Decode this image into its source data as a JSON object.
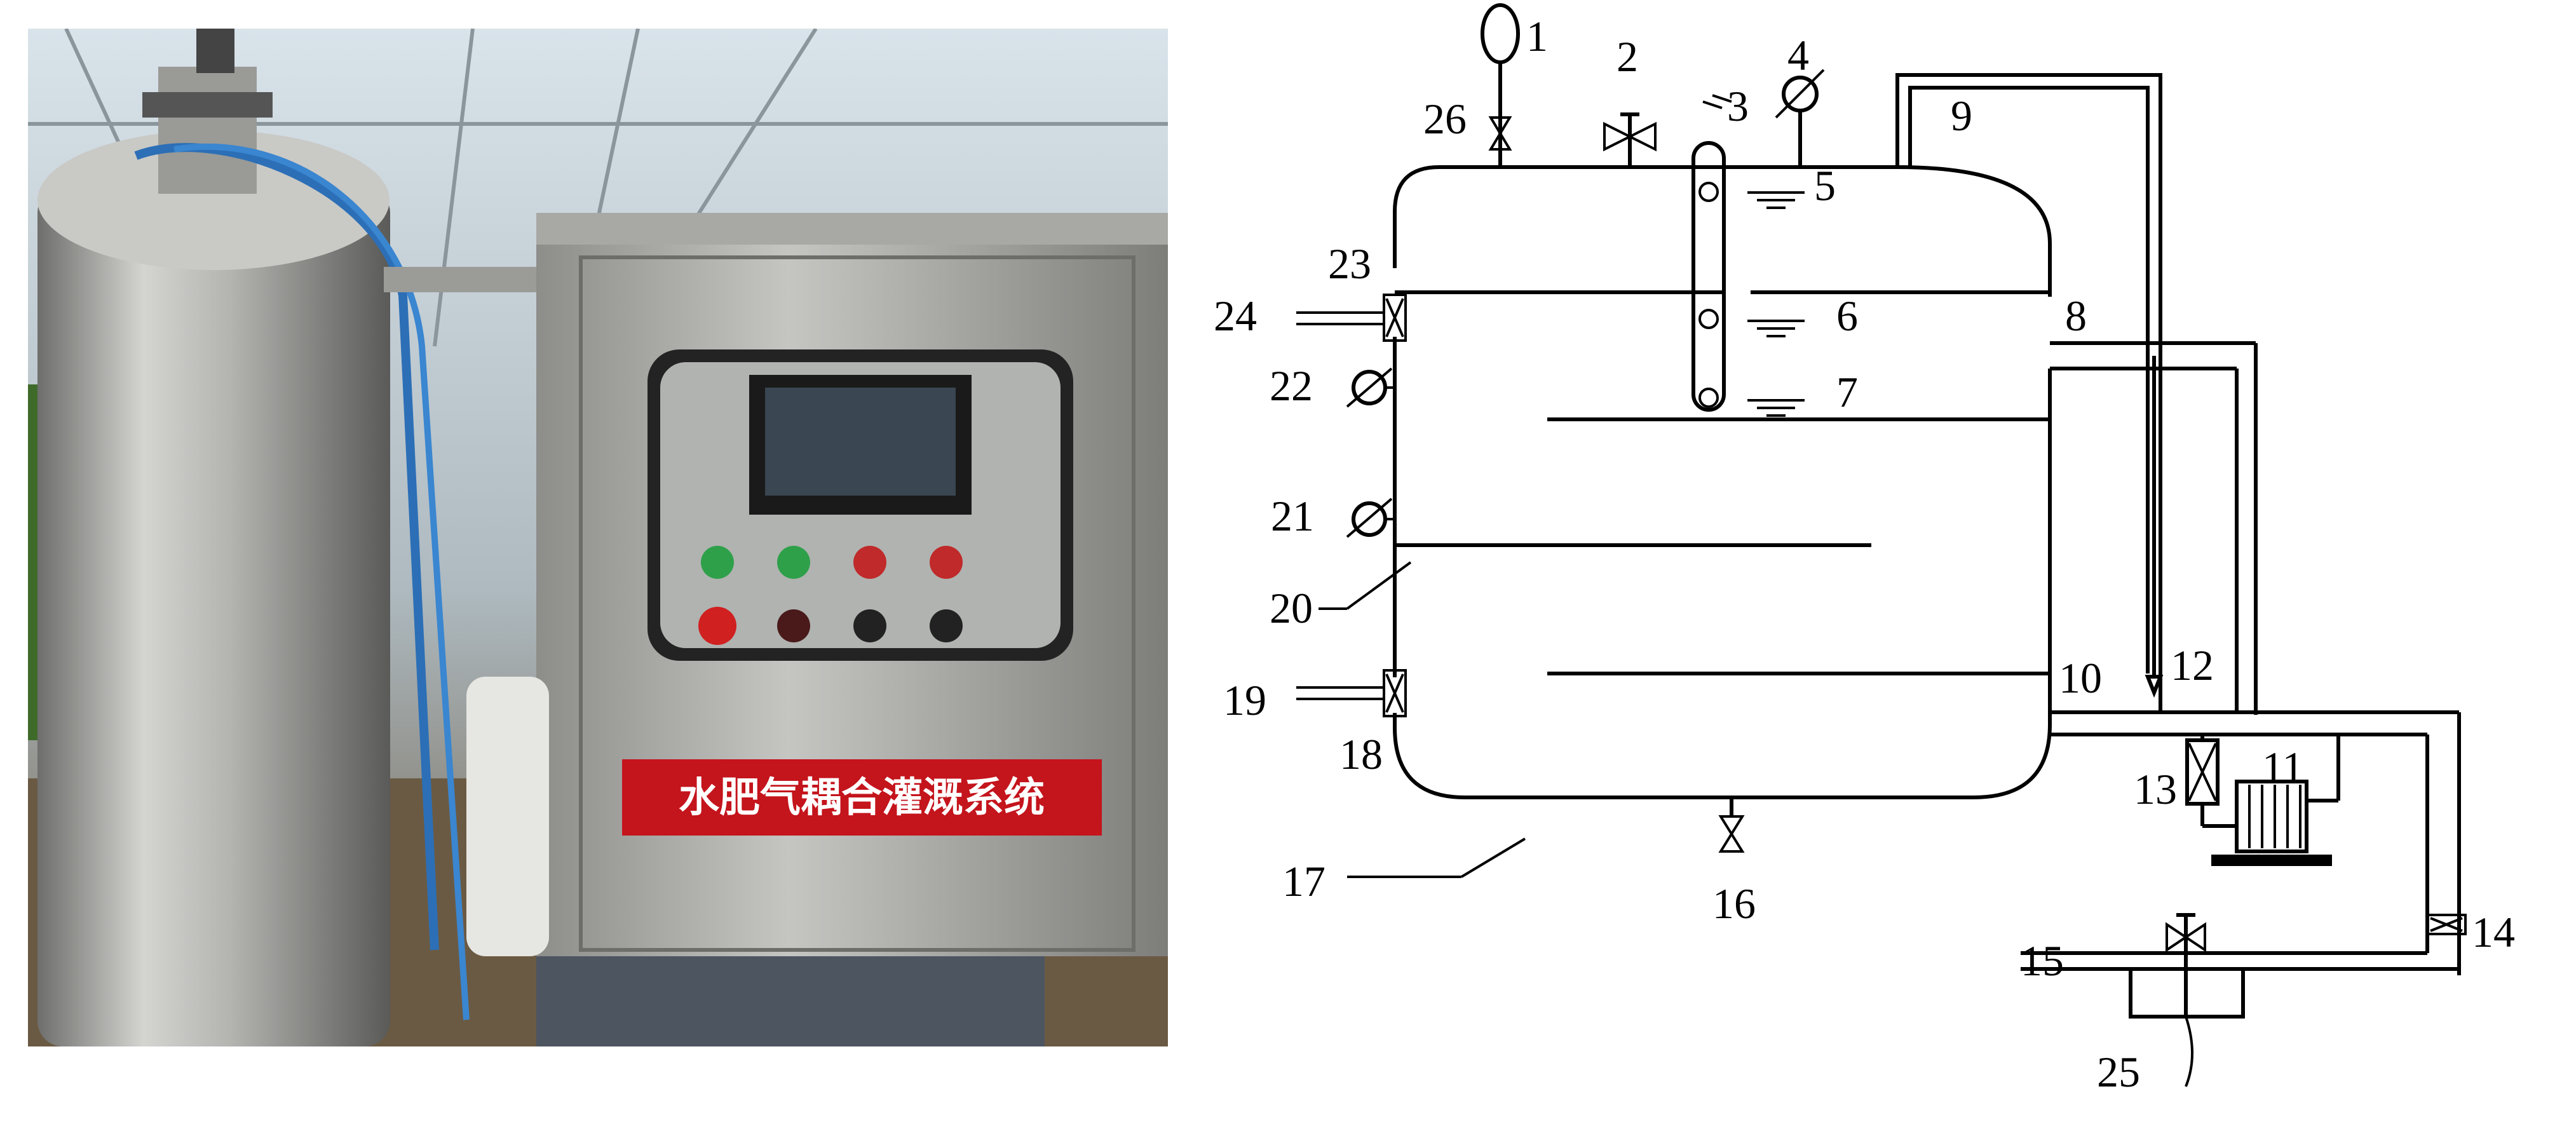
{
  "photo": {
    "panel_sign": "水肥气耦合灌溉系统",
    "colors": {
      "panel_sign_bg": "#c4141c",
      "steel": "#b9b9b6",
      "screen": "#1f2a33"
    }
  },
  "diagram": {
    "labels": [
      "1",
      "2",
      "3",
      "4",
      "5",
      "6",
      "7",
      "8",
      "9",
      "10",
      "11",
      "12",
      "13",
      "14",
      "15",
      "16",
      "17",
      "18",
      "19",
      "20",
      "21",
      "22",
      "23",
      "24",
      "25",
      "26"
    ]
  }
}
